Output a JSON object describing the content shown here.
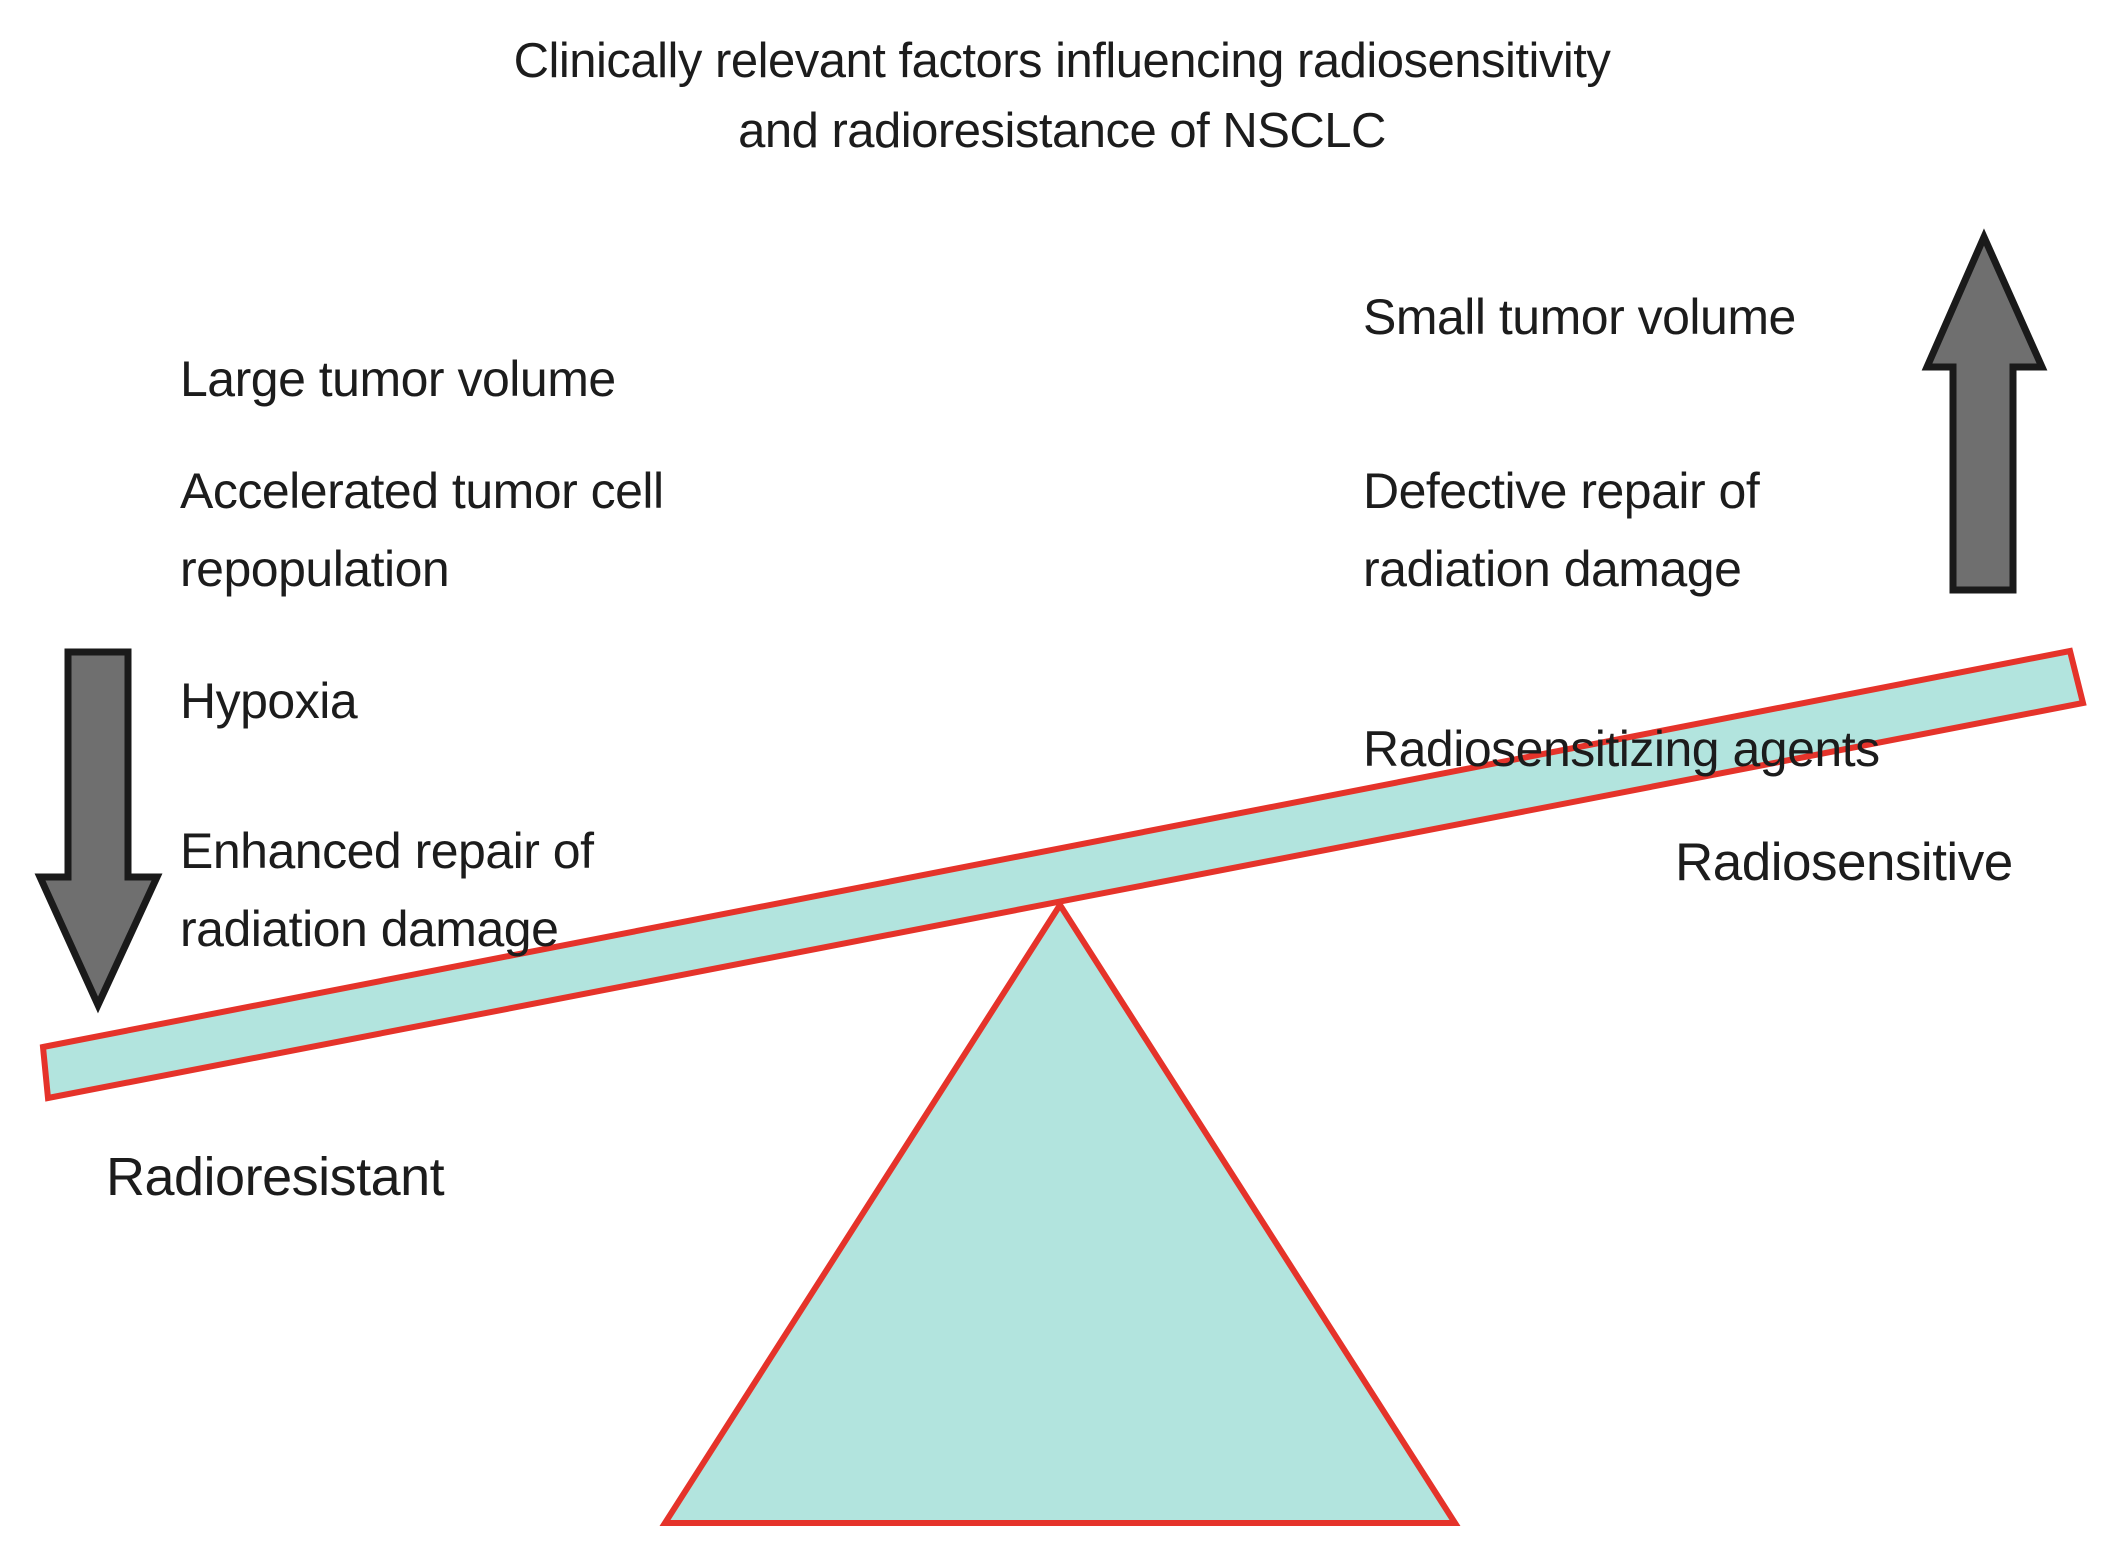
{
  "title": {
    "line1": "Clinically relevant factors influencing radiosensitivity",
    "line2": "and radioresistance of NSCLC"
  },
  "left_side": {
    "factors": [
      {
        "lines": [
          "Large tumor volume"
        ]
      },
      {
        "lines": [
          "Accelerated tumor cell",
          "repopulation"
        ]
      },
      {
        "lines": [
          "Hypoxia"
        ]
      },
      {
        "lines": [
          "Enhanced repair of",
          "radiation damage"
        ]
      }
    ],
    "state_label": "Radioresistant",
    "arrow_direction": "down"
  },
  "right_side": {
    "factors": [
      {
        "lines": [
          "Small tumor volume"
        ]
      },
      {
        "lines": [
          "Defective repair of",
          "radiation damage"
        ]
      },
      {
        "lines": [
          "Radiosensitizing agents"
        ]
      }
    ],
    "state_label": "Radiosensitive",
    "arrow_direction": "up"
  },
  "colors": {
    "background": "#ffffff",
    "text": "#1c1c1c",
    "seesaw_fill": "#b2e4de",
    "seesaw_stroke": "#e5332a",
    "arrow_fill": "#6f6f6f",
    "arrow_stroke": "#1a1a1a"
  }
}
